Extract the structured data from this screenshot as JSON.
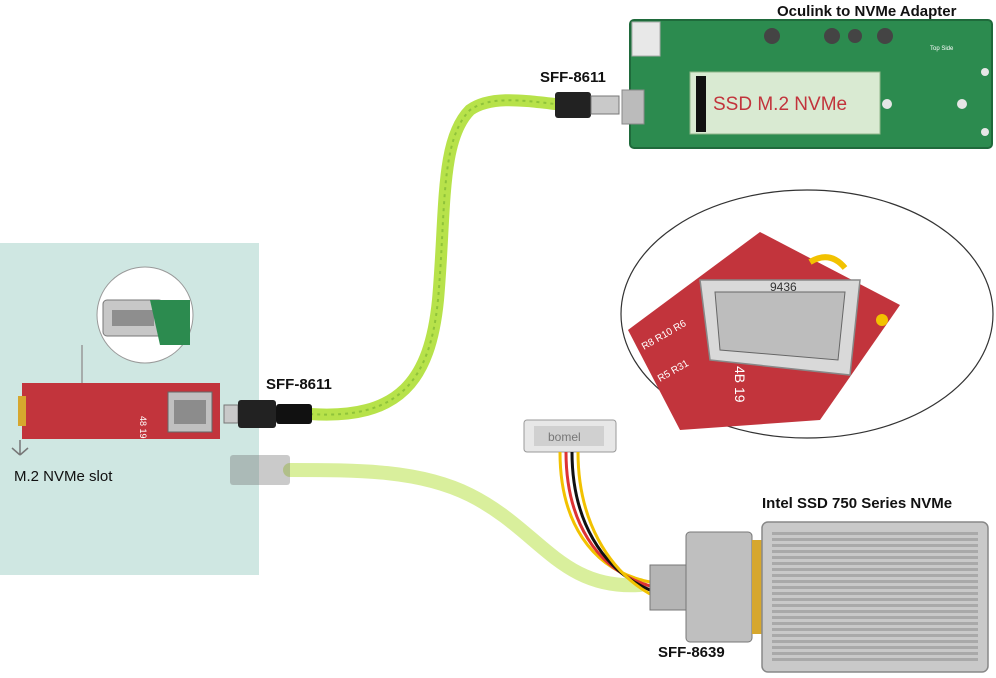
{
  "labels": {
    "adapter_title": "Oculink to NVMe Adapter",
    "sff8611_top": "SFF-8611",
    "sff8611_left": "SFF-8611",
    "m2_slot": "M.2 NVMe slot",
    "intel_ssd": "Intel SSD 750 Series NVMe",
    "sff8639": "SFF-8639"
  },
  "board_text": {
    "adapter_slot": "SSD M.2 NVMe",
    "adapter_top_side": "Top Side",
    "zoom_chip": "9436",
    "zoom_ref_a": "R8  R10  R6",
    "zoom_ref_b": "R5  R31",
    "zoom_ref_c": "4B 19",
    "m2_card_ref": "48 19",
    "power_connector": "bomel"
  },
  "colors": {
    "cable_green": "#b7e24a",
    "cable_green_faded": "#d9ef9c",
    "pcb_green": "#2c8b4f",
    "pcb_red": "#c2343c",
    "panel_bg": "#cfe7e2",
    "ssd_gray": "#c9c9c9"
  }
}
